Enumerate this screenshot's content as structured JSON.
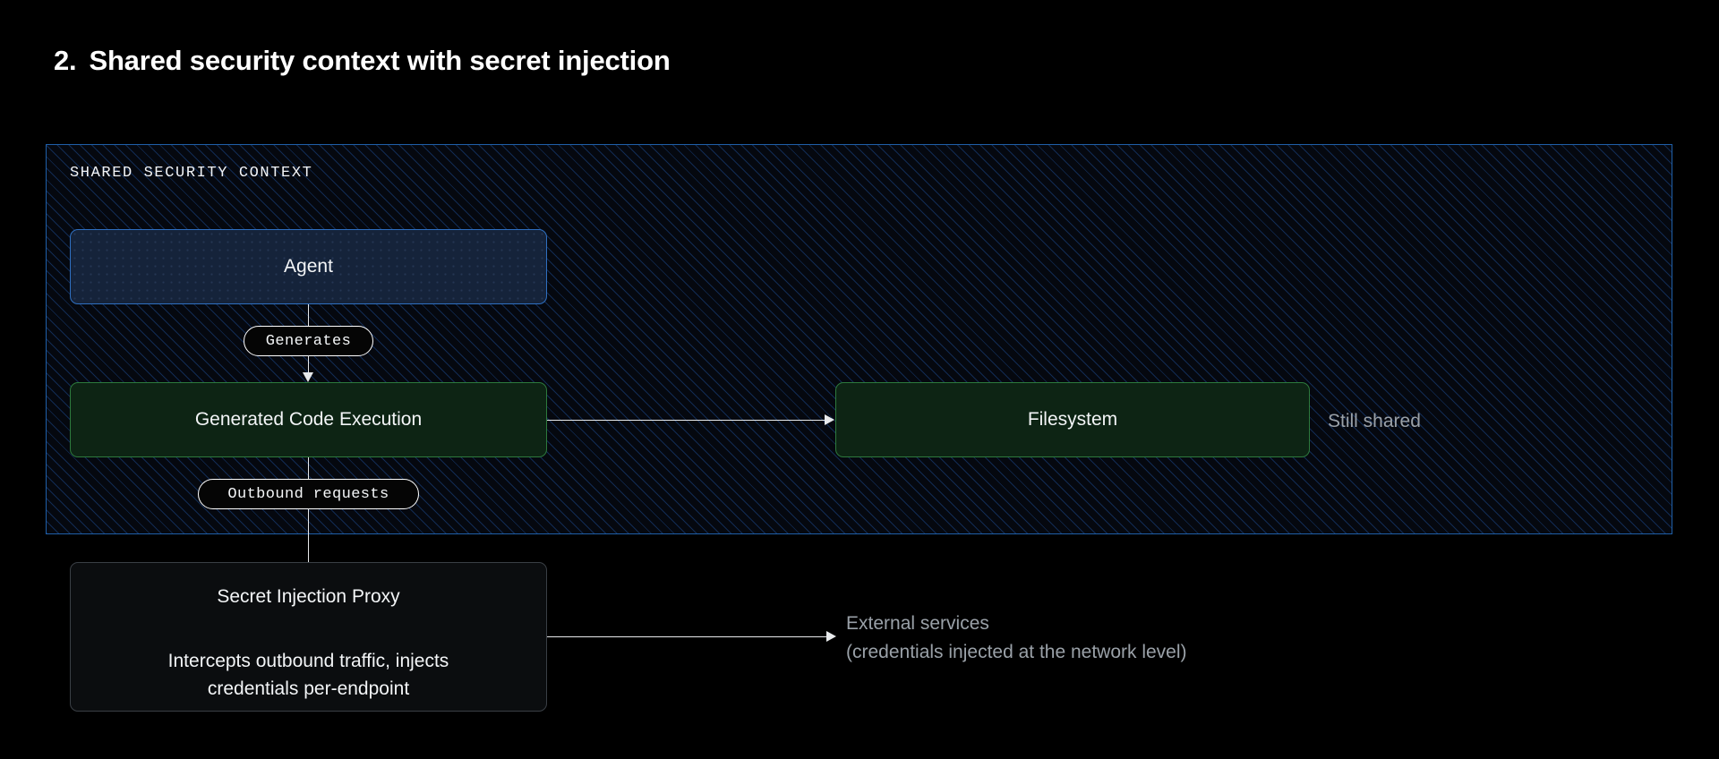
{
  "page": {
    "background": "#000000",
    "title_number": "2.",
    "title": "Shared security context with secret injection"
  },
  "container": {
    "label": "SHARED SECURITY CONTEXT",
    "border_color": "#1f5fa8",
    "hatch_color": "#1c488c"
  },
  "nodes": {
    "agent": {
      "label": "Agent",
      "border_color": "#2f6fc0",
      "fill_color": "#15233a"
    },
    "code_execution": {
      "label": "Generated Code Execution",
      "border_color": "#2d7a3d",
      "fill_color": "#0d2414"
    },
    "filesystem": {
      "label": "Filesystem",
      "border_color": "#2d7a3d",
      "fill_color": "#0d2414"
    },
    "proxy": {
      "title": "Secret Injection Proxy",
      "description": "Intercepts outbound traffic, injects credentials per-endpoint",
      "border_color": "#3a3f45",
      "fill_color": "#0b0d0f"
    }
  },
  "edges": {
    "generates": "Generates",
    "outbound_requests": "Outbound requests"
  },
  "annotations": {
    "still_shared": "Still shared",
    "external_services_line1": "External services",
    "external_services_line2": "(credentials injected at the network level)",
    "muted_color": "#9aa1a8"
  }
}
